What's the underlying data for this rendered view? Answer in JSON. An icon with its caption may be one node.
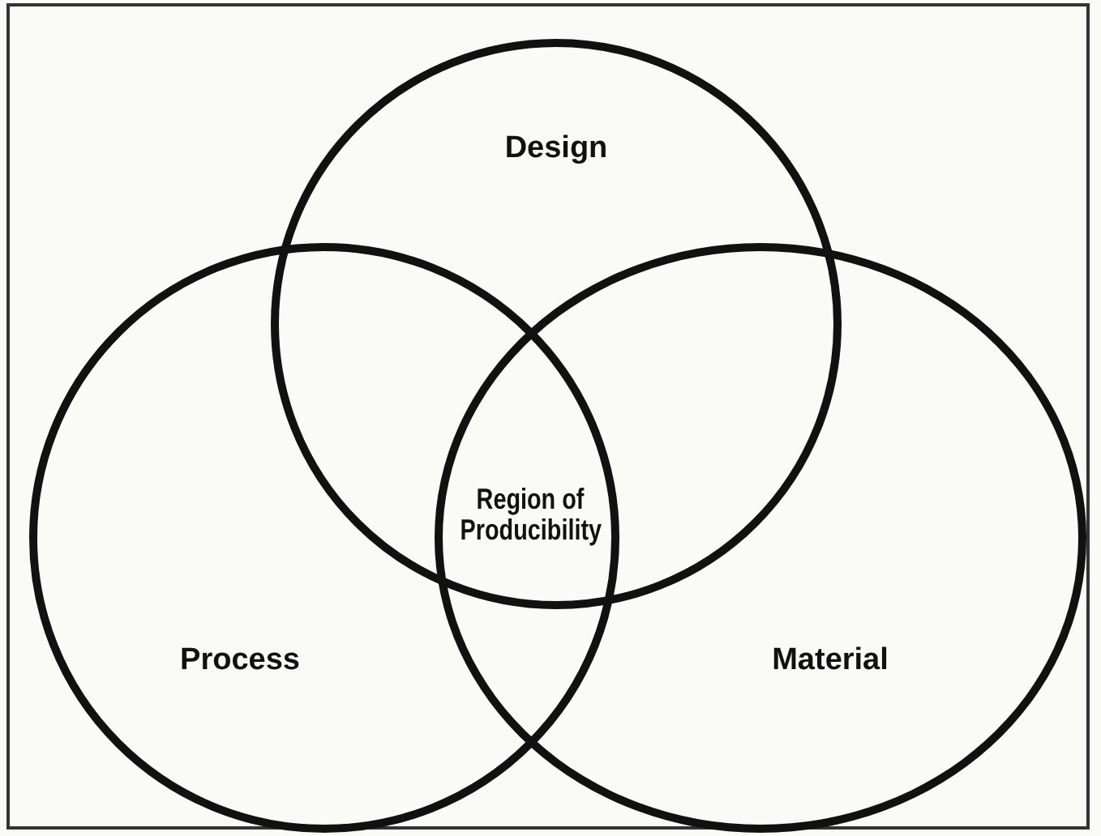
{
  "diagram": {
    "nodes": [
      {
        "text": [
          "Design"
        ]
      },
      {
        "text": [
          "Process"
        ]
      },
      {
        "text": [
          "Material"
        ]
      }
    ],
    "labels": [
      "Region of Producibility"
    ]
  }
}
